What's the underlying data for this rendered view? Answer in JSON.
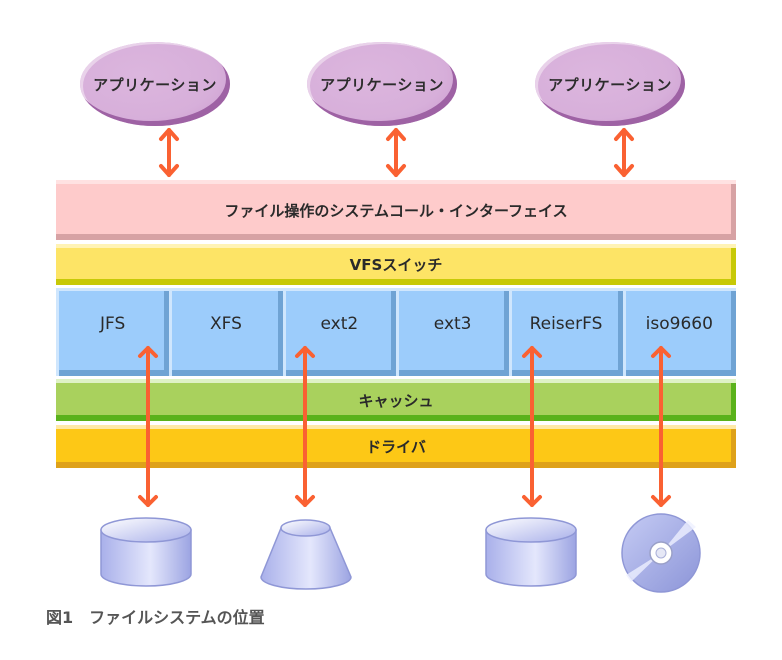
{
  "diagram": {
    "applications": [
      {
        "label": "アプリケーション"
      },
      {
        "label": "アプリケーション"
      },
      {
        "label": "アプリケーション"
      }
    ],
    "layers": {
      "syscall_interface": "ファイル操作のシステムコール・インターフェイス",
      "vfs_switch": "VFSスイッチ",
      "filesystems": [
        "JFS",
        "XFS",
        "ext2",
        "ext3",
        "ReiserFS",
        "iso9660"
      ],
      "cache": "キャッシュ",
      "driver": "ドライバ"
    },
    "devices": [
      {
        "type": "disk-cylinder",
        "linked_fs": "JFS"
      },
      {
        "type": "cone-device",
        "linked_fs": "ext2"
      },
      {
        "type": "disk-cylinder",
        "linked_fs": "ReiserFS"
      },
      {
        "type": "cd-rom",
        "linked_fs": "iso9660"
      }
    ],
    "colors": {
      "application": "#d7afda",
      "syscall": "#fecbcb",
      "vfs": "#fde466",
      "filesystem": "#9cccfb",
      "cache": "#a9d15d",
      "driver": "#fdc816",
      "arrow": "#fa6132",
      "device": "#b8bef0"
    }
  },
  "caption": "図1　ファイルシステムの位置"
}
